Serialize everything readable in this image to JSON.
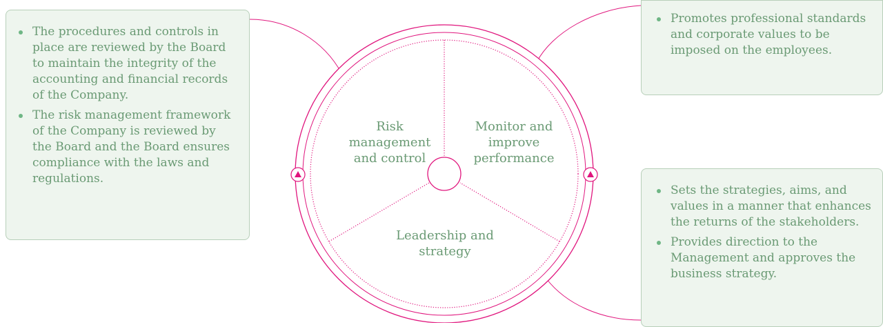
{
  "boxes": {
    "left": {
      "items": [
        "The procedures and controls in place are reviewed by the Board to maintain the integrity of the accounting and financial records of the Company.",
        "The risk management framework of the Company is reviewed by the Board and the Board ensures compliance with the laws and regulations."
      ]
    },
    "top_right": {
      "items": [
        "Promotes professional standards and corporate values to be imposed on the employees."
      ]
    },
    "bottom_right": {
      "items": [
        "Sets the strategies, aims, and values in a manner that enhances the returns of the stakeholders.",
        "Provides direction to the Management and approves the business strategy."
      ]
    }
  },
  "wheel": {
    "segments": {
      "risk": "Risk management and control",
      "monitor": "Monitor and improve performance",
      "leadership": "Leadership and strategy"
    }
  },
  "colors": {
    "accent_magenta": "#e0157d",
    "text_green": "#6a9a74",
    "box_fill": "#eef5ee",
    "box_border": "#b7cfb9"
  },
  "icons": [
    "up-arrow-circle-icon",
    "up-arrow-circle-icon"
  ]
}
